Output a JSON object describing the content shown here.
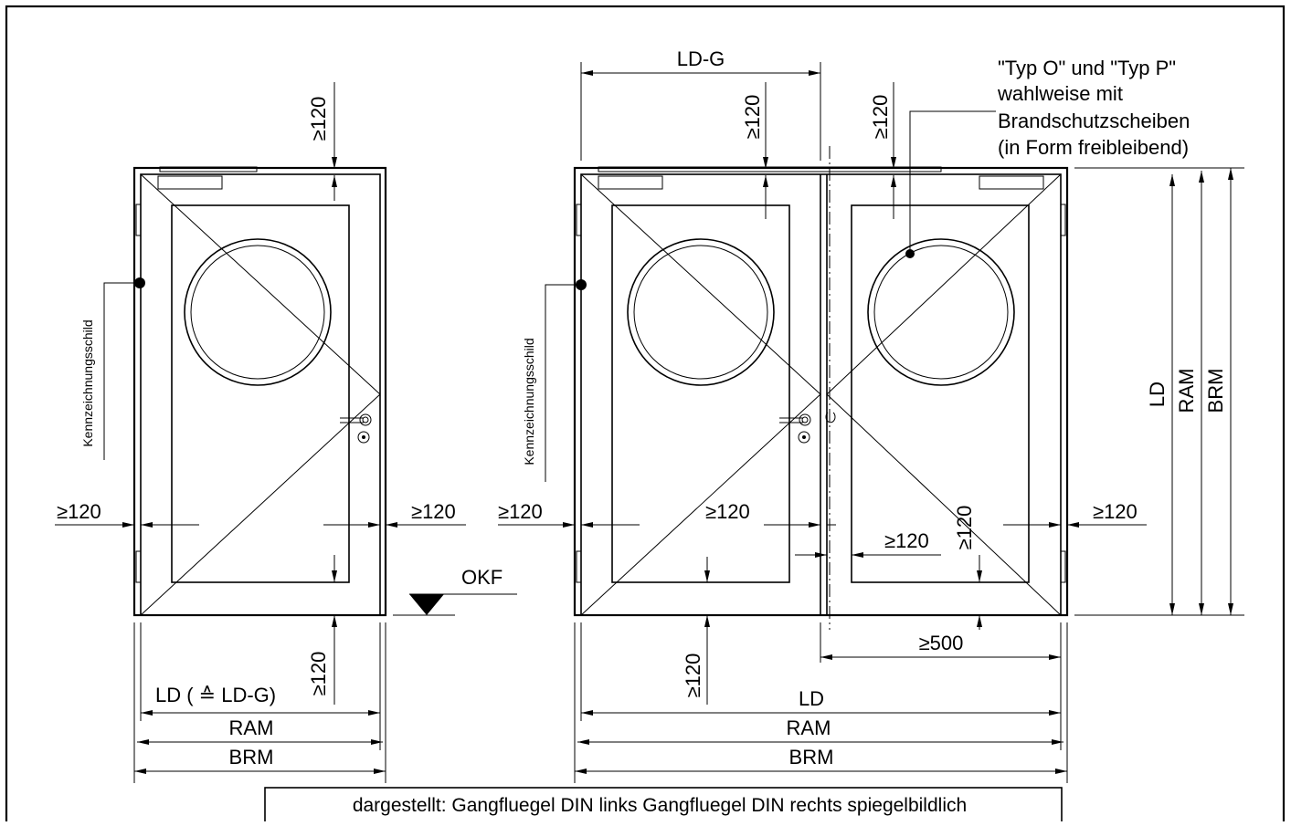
{
  "dimensions": {
    "ge120": "≥120",
    "ge500": "≥500",
    "ld": "LD",
    "ld_eq": "LD ( ≙ LD-G)",
    "ld_g": "LD-G",
    "ram": "RAM",
    "brm": "BRM"
  },
  "labels": {
    "sign": "Kennzeichnungsschild",
    "okf": "OKF",
    "glazing_note": [
      "\"Typ O\" und \"Typ P\"",
      "wahlweise mit",
      "Brandschutzscheiben",
      "(in Form freibleibend)"
    ]
  },
  "footer": {
    "caption": "dargestellt: Gangfluegel DIN links Gangfluegel DIN rechts spiegelbildlich"
  }
}
